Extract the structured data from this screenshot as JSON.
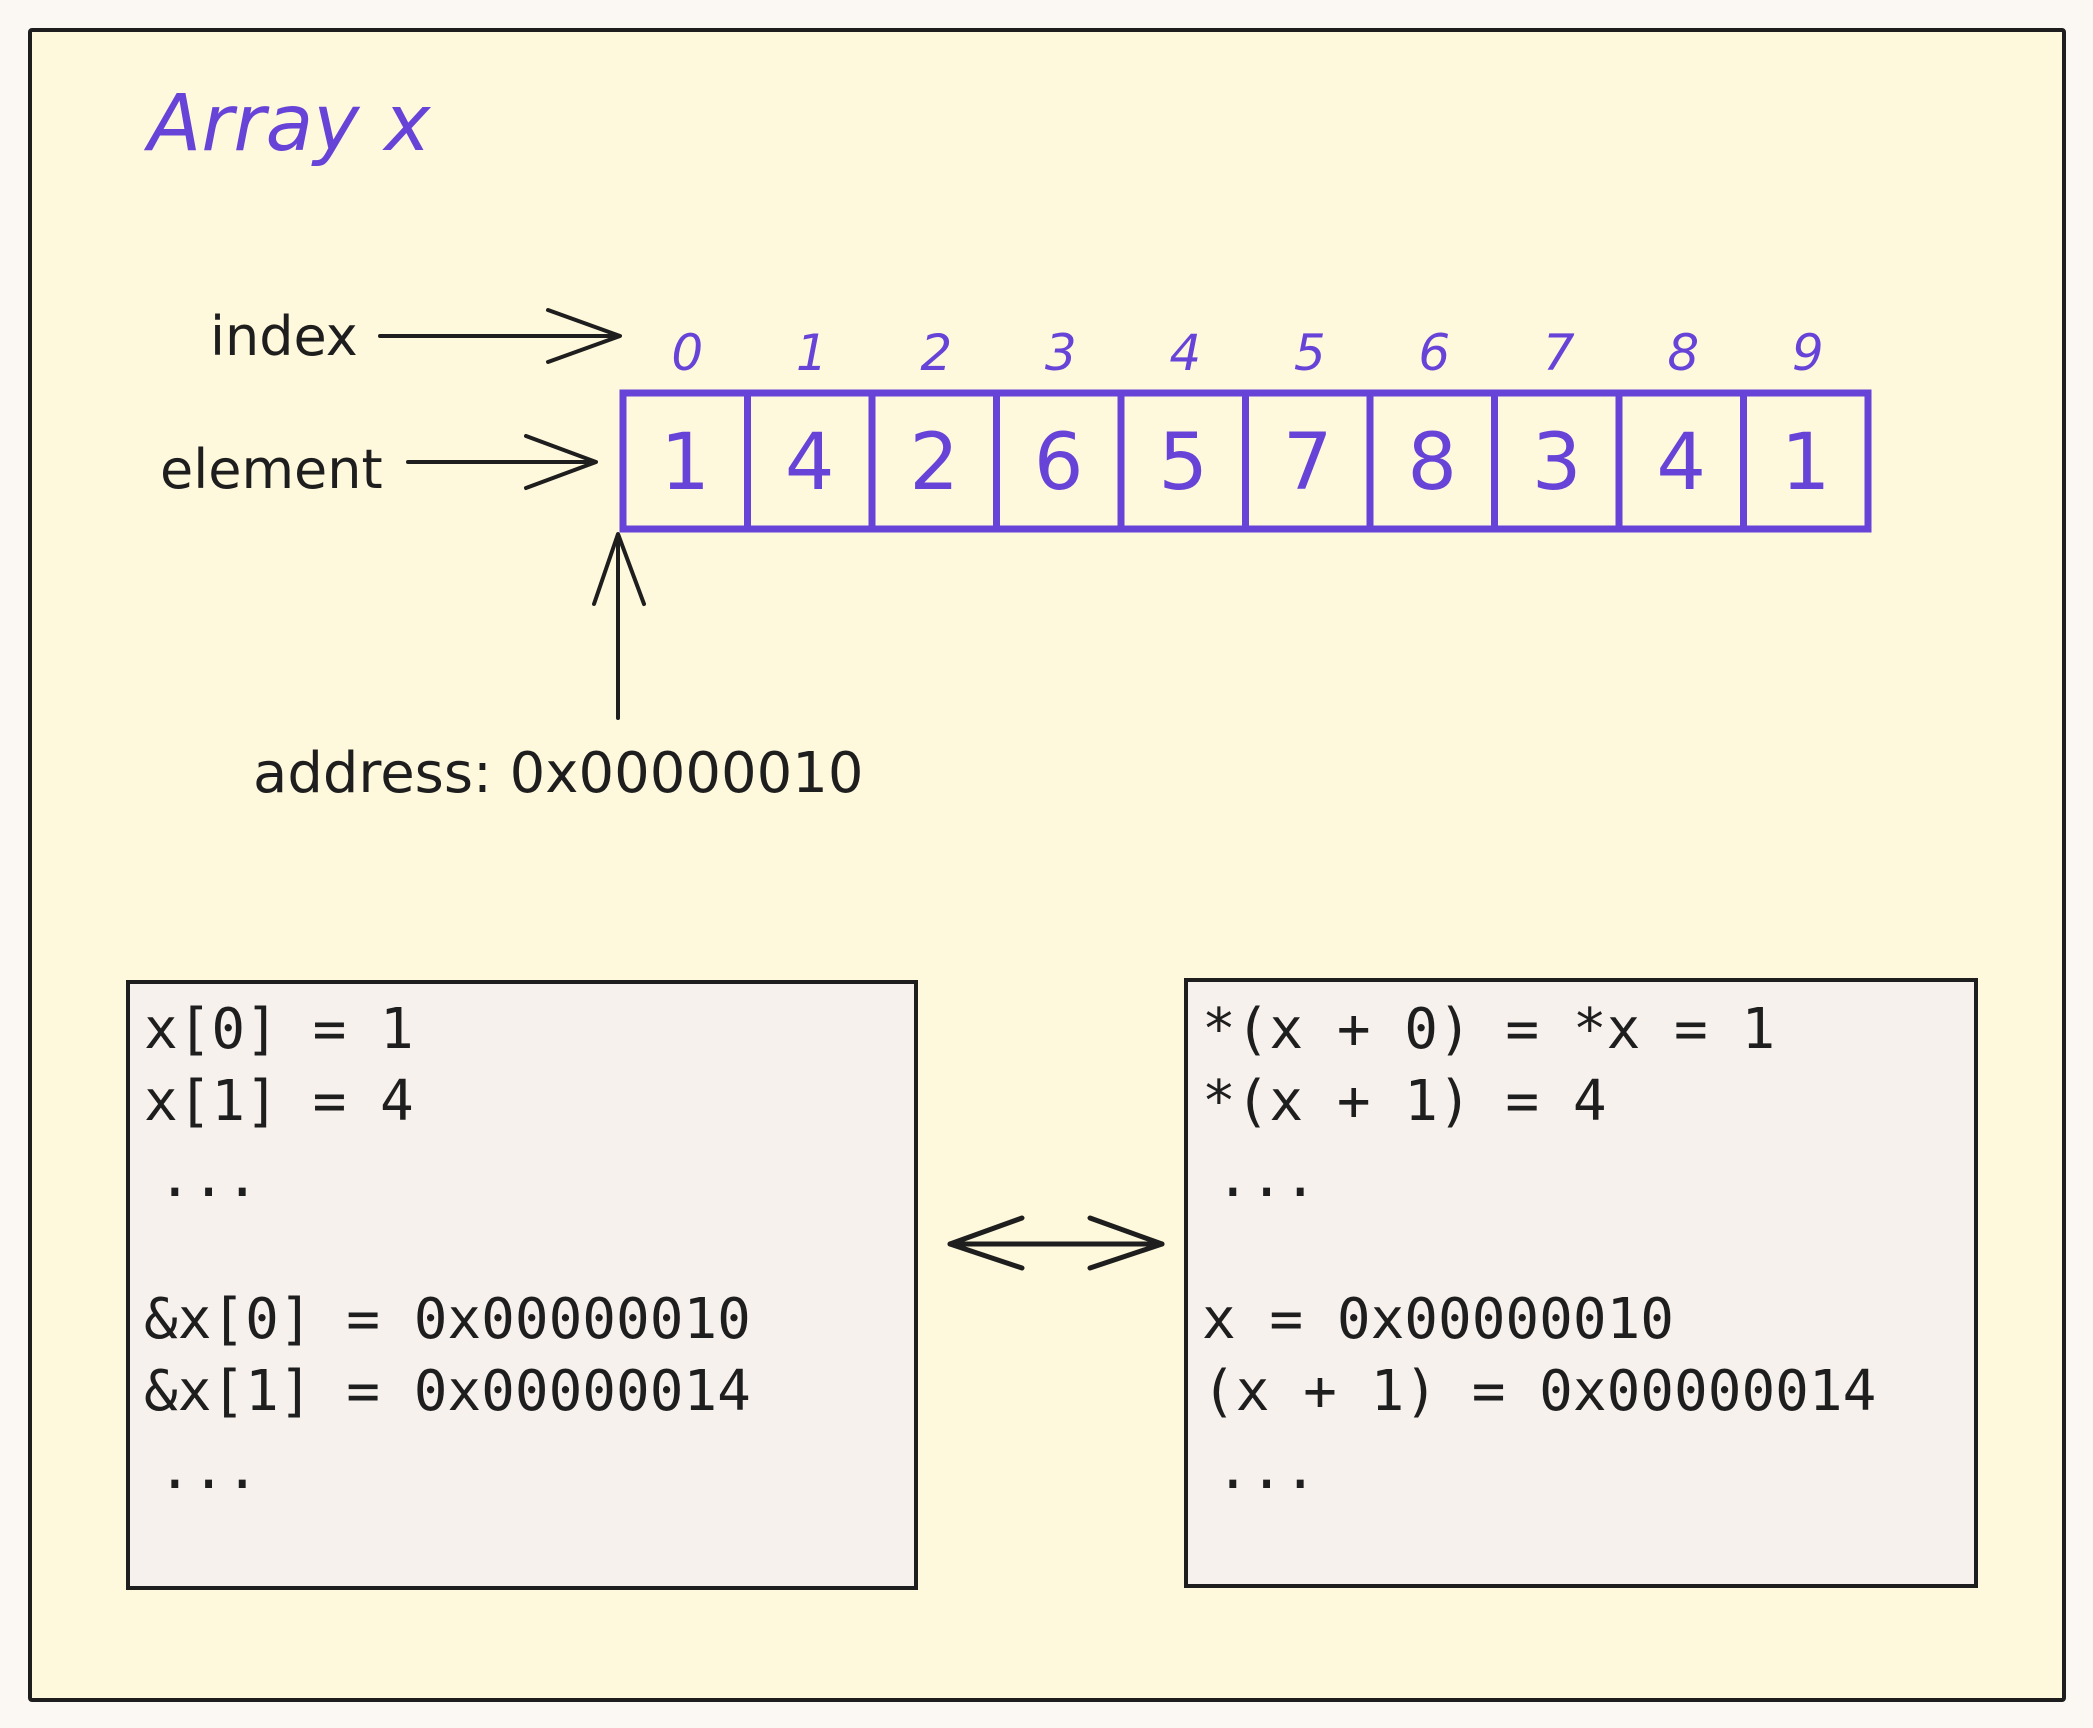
{
  "title": "Array x",
  "labels": {
    "index": "index",
    "element": "element",
    "address": "address: 0x00000010"
  },
  "array": {
    "indices": [
      "0",
      "1",
      "2",
      "3",
      "4",
      "5",
      "6",
      "7",
      "8",
      "9"
    ],
    "elements": [
      "1",
      "4",
      "2",
      "6",
      "5",
      "7",
      "8",
      "3",
      "4",
      "1"
    ]
  },
  "left_box": {
    "lines": [
      "x[0] = 1",
      "x[1] = 4",
      "...",
      "&x[0] = 0x00000010",
      "&x[1] = 0x00000014",
      "..."
    ]
  },
  "right_box": {
    "lines": [
      "*(x + 0) = *x = 1",
      "*(x + 1) = 4",
      "...",
      "x = 0x00000010",
      "(x + 1) = 0x00000014",
      "..."
    ]
  },
  "colors": {
    "page_background": "#fbf8f4",
    "frame_fill": "#fef8dc",
    "frame_stroke": "#1e1e1e",
    "accent": "#6743d8",
    "code_box_fill": "#f7f1ee",
    "text": "#1e1e1e"
  }
}
